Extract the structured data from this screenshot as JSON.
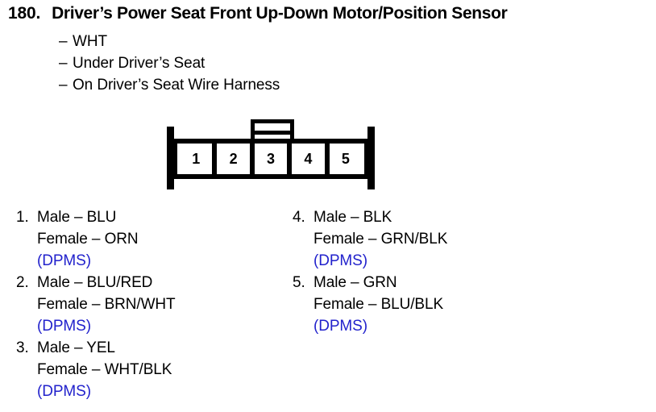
{
  "header": {
    "number": "180.",
    "title": "Driver’s Power Seat Front Up-Down Motor/Position Sensor",
    "dash": "–",
    "details": [
      "WHT",
      "Under Driver’s Seat",
      "On Driver’s Seat Wire Harness"
    ]
  },
  "connector": {
    "pins": [
      "1",
      "2",
      "3",
      "4",
      "5"
    ]
  },
  "colors": {
    "dpms_blue": "#2222cc",
    "text_black": "#000000",
    "background": "#ffffff"
  },
  "pin_list": {
    "left_column": [
      {
        "number": "1.",
        "male": "Male – BLU",
        "female": "Female – ORN",
        "note": "(DPMS)"
      },
      {
        "number": "2.",
        "male": "Male – BLU/RED",
        "female": "Female – BRN/WHT",
        "note": "(DPMS)"
      },
      {
        "number": "3.",
        "male": "Male – YEL",
        "female": "Female – WHT/BLK",
        "note": "(DPMS)"
      }
    ],
    "right_column": [
      {
        "number": "4.",
        "male": "Male – BLK",
        "female": "Female – GRN/BLK",
        "note": "(DPMS)"
      },
      {
        "number": "5.",
        "male": "Male – GRN",
        "female": "Female – BLU/BLK",
        "note": "(DPMS)"
      }
    ]
  }
}
